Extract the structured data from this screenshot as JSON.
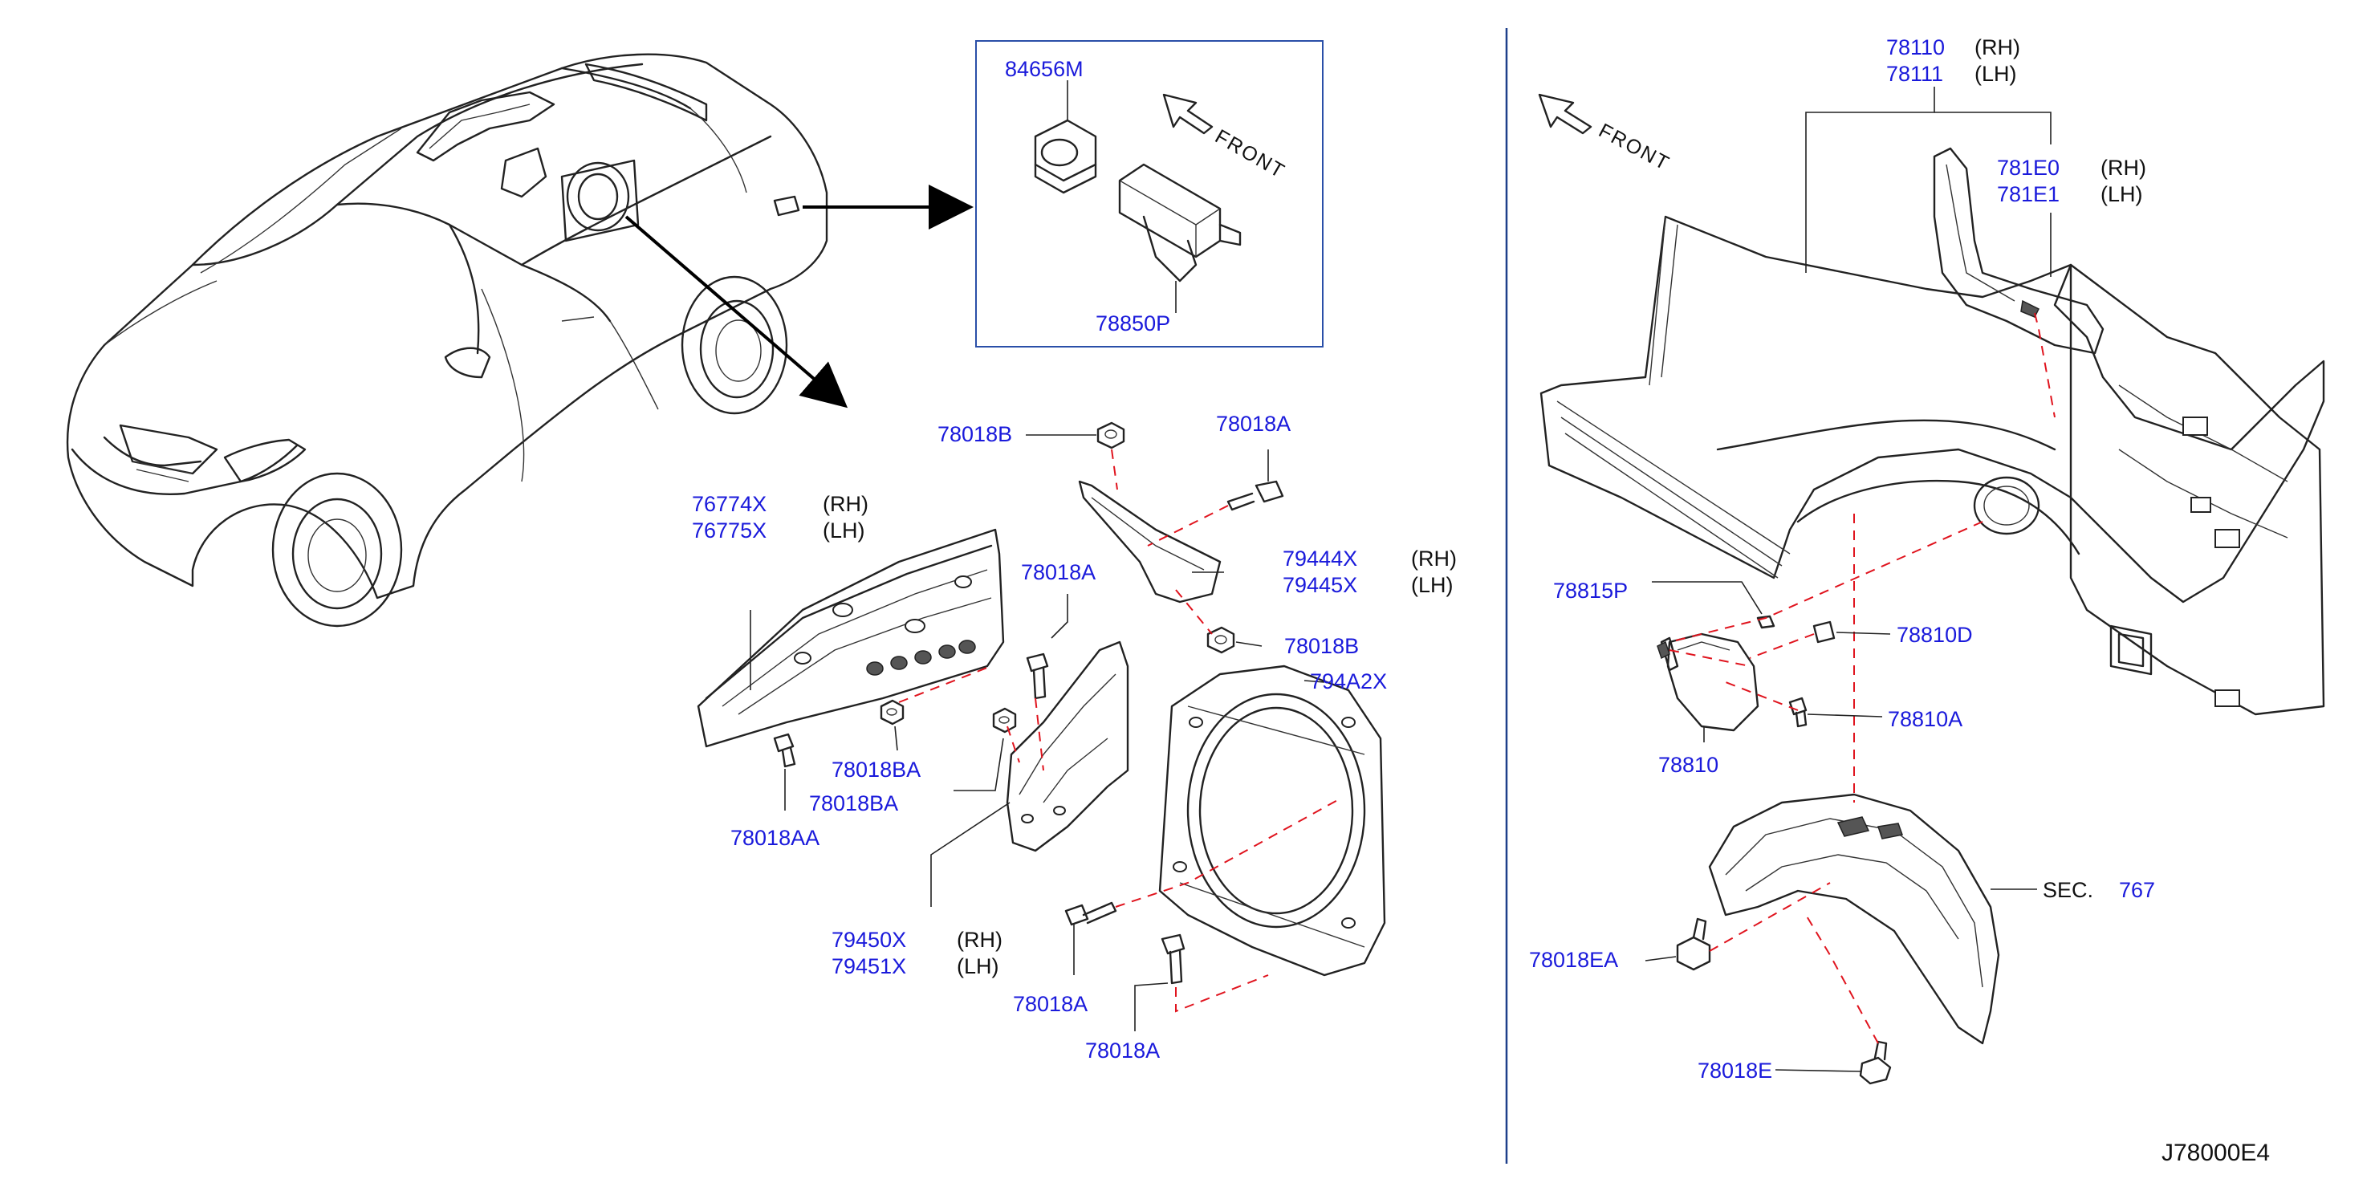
{
  "front_label": "FRONT",
  "diagram_code": "J78000E4",
  "inset_box": {
    "part_a": "84656M",
    "part_b": "78850P"
  },
  "left_section": {
    "p_78018b": "78018B",
    "p_78018a_top": "78018A",
    "p_76774x": "76774X",
    "p_76775x": "76775X",
    "p_79444x": "79444X",
    "p_79445x": "79445X",
    "p_78018a_mid": "78018A",
    "p_78018b_mid": "78018B",
    "p_794a2x": "794A2X",
    "p_78018ba_1": "78018BA",
    "p_78018ba_2": "78018BA",
    "p_78018aa": "78018AA",
    "p_79450x": "79450X",
    "p_79451x": "79451X",
    "p_78018a_low1": "78018A",
    "p_78018a_low2": "78018A"
  },
  "right_section": {
    "p_78110": "78110",
    "p_78111": "78111",
    "p_781e0": "781E0",
    "p_781e1": "781E1",
    "p_78815p": "78815P",
    "p_78810d": "78810D",
    "p_78810a": "78810A",
    "p_78810": "78810",
    "sec_prefix": "SEC.",
    "sec_number": "767",
    "p_78018ea": "78018EA",
    "p_78018e": "78018E"
  },
  "sides": {
    "rh": "(RH)",
    "lh": "(LH)"
  }
}
